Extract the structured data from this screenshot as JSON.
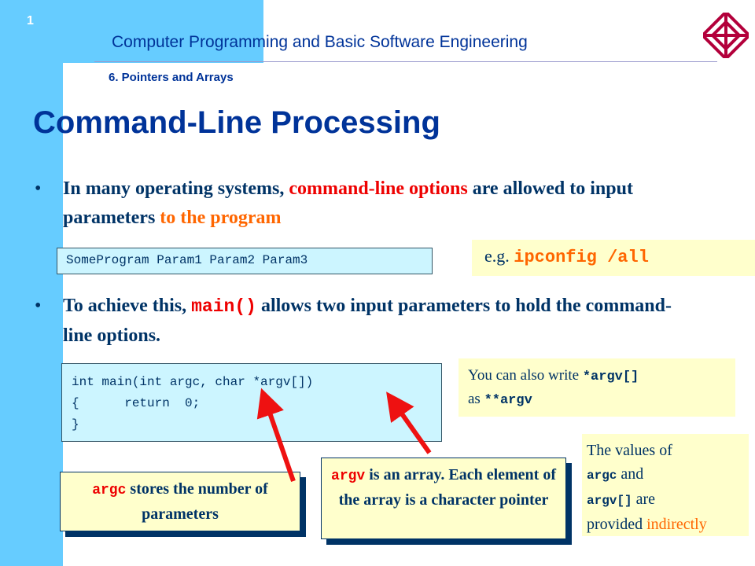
{
  "header": {
    "slide_number": "1",
    "course": "Computer Programming and Basic Software Engineering",
    "chapter": "6. Pointers and Arrays"
  },
  "title": "Command-Line Processing",
  "bullets": [
    {
      "part1": "In many operating systems, ",
      "part2": "command-line options",
      "part3": " are allowed to input parameters ",
      "part4": "to the program"
    },
    {
      "part1": "To achieve this, ",
      "code": "main()",
      "part2": " allows two input parameters to hold the command-line options."
    }
  ],
  "command_box": "SomeProgram Param1 Param2 Param3",
  "example": {
    "prefix": "e.g. ",
    "code": "ipconfig /all"
  },
  "code_lines": [
    "int main(int argc, char *argv[])",
    "{      return  0;",
    "}"
  ],
  "alt_note": {
    "line1": "You can also write ",
    "code1": "*argv[]",
    "line2": "as ",
    "code2": "**argv"
  },
  "values_note": {
    "t1": "The values of",
    "c1": "argc",
    "t2": " and",
    "c2": "argv[]",
    "t3": " are",
    "t4": "provided ",
    "t5": "indirectly"
  },
  "callout_argc": {
    "code": "argc",
    "text": " stores the number of parameters"
  },
  "callout_argv": {
    "code": "argv",
    "text": " is an array. Each element of the array is a character pointer"
  },
  "colors": {
    "accent_blue": "#003399",
    "sidebar_cyan": "#66ccff",
    "highlight_red": "#ee0000",
    "highlight_orange": "#ff6600",
    "note_yellow": "#ffffcc",
    "code_cyan": "#ccf5ff"
  },
  "icons": {
    "logo": "university-logo-icon"
  }
}
